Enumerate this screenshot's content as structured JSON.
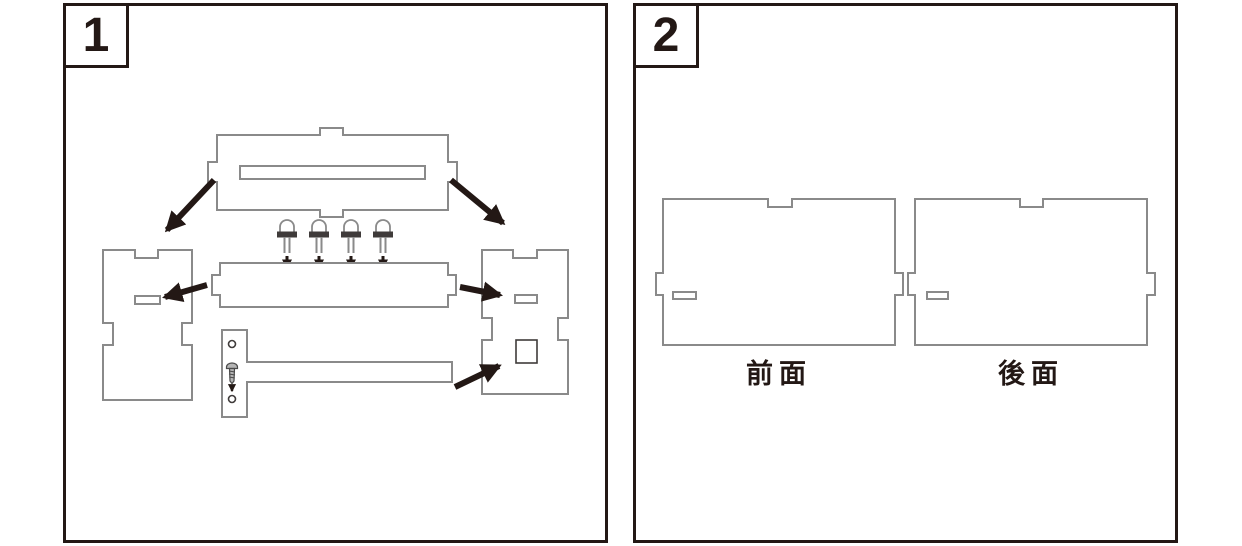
{
  "page": {
    "background": "#ffffff"
  },
  "colors": {
    "ink": "#231815",
    "piece_outline": "#8a8a8a",
    "led_flange": "#3f3b3a",
    "background": "#ffffff"
  },
  "panels": {
    "step1": {
      "number": "1",
      "led_count": 4,
      "screw_count": 1
    },
    "step2": {
      "number": "2",
      "front_label": "前面",
      "back_label": "後面"
    }
  }
}
